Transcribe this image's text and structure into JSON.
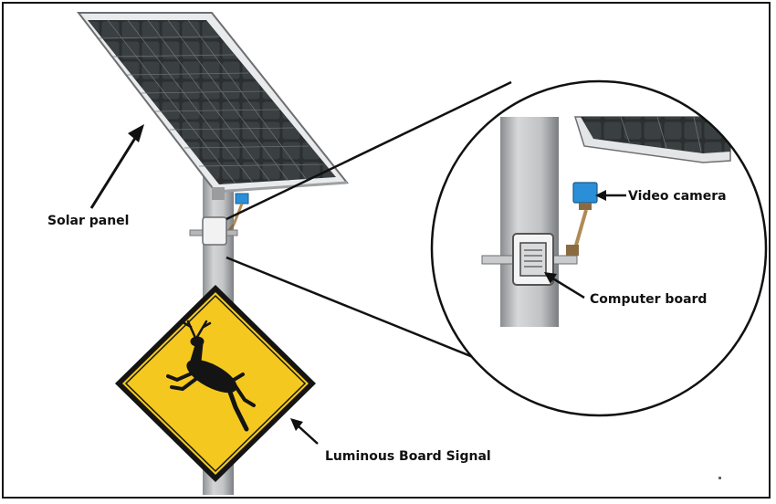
{
  "labels": {
    "solar_panel": "Solar panel",
    "video_camera": "Video camera",
    "computer_board": "Computer board",
    "sign": "Luminous Board Signal"
  },
  "colors": {
    "sign_yellow": "#f5c81f",
    "sign_black": "#141414",
    "panel_cell": "#2f3336",
    "pole": "#bfc2c4",
    "camera_blue": "#2a8fd8"
  },
  "icons": {
    "sign_symbol": "deer-crossing-icon"
  }
}
